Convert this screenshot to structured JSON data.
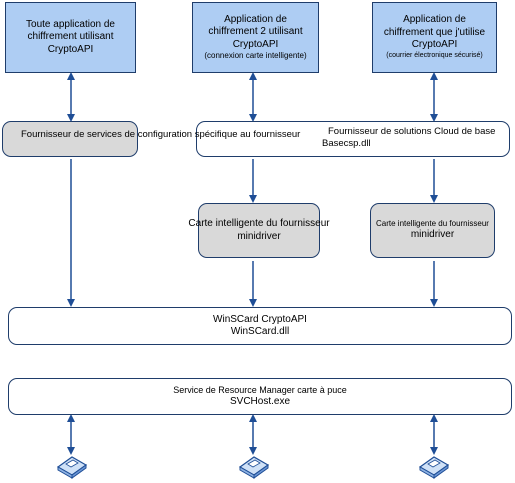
{
  "apps": [
    {
      "line1": "Toute application de",
      "line2": "chiffrement utilisant",
      "line3": "CryptoAPI",
      "note": ""
    },
    {
      "line1": "Application de",
      "line2": "chiffrement 2 utilisant",
      "line3": "CryptoAPI",
      "note": "(connexion carte intelligente)"
    },
    {
      "line1": "Application de",
      "line2": "chiffrement que j'utilise",
      "line3": "CryptoAPI",
      "note": "(courrier électronique sécurisé)"
    }
  ],
  "providers": {
    "csp_left": "Fournisseur de services de configuration spécifique au fournisseur",
    "cloud_line1": "Fournisseur de solutions Cloud de base",
    "cloud_line2": "Basecsp.dll"
  },
  "minidrivers": [
    {
      "line1": "Carte intelligente du fournisseur",
      "line2": "minidriver"
    },
    {
      "line1": "Carte intelligente du fournisseur",
      "line2": "minidriver"
    }
  ],
  "winscard": {
    "line1": "WinSCard CryptoAPI",
    "line2": "WinSCard.dll"
  },
  "service": {
    "line1": "Service de Resource Manager carte à puce",
    "line2": "SVCHost.exe"
  },
  "colors": {
    "app_fill": "#aecdf3",
    "gray_fill": "#d9d9d9",
    "line": "#1f4e96",
    "border": "#1f3d6b"
  },
  "icons": [
    "smart-card-reader-icon",
    "smart-card-reader-icon",
    "smart-card-reader-icon"
  ]
}
